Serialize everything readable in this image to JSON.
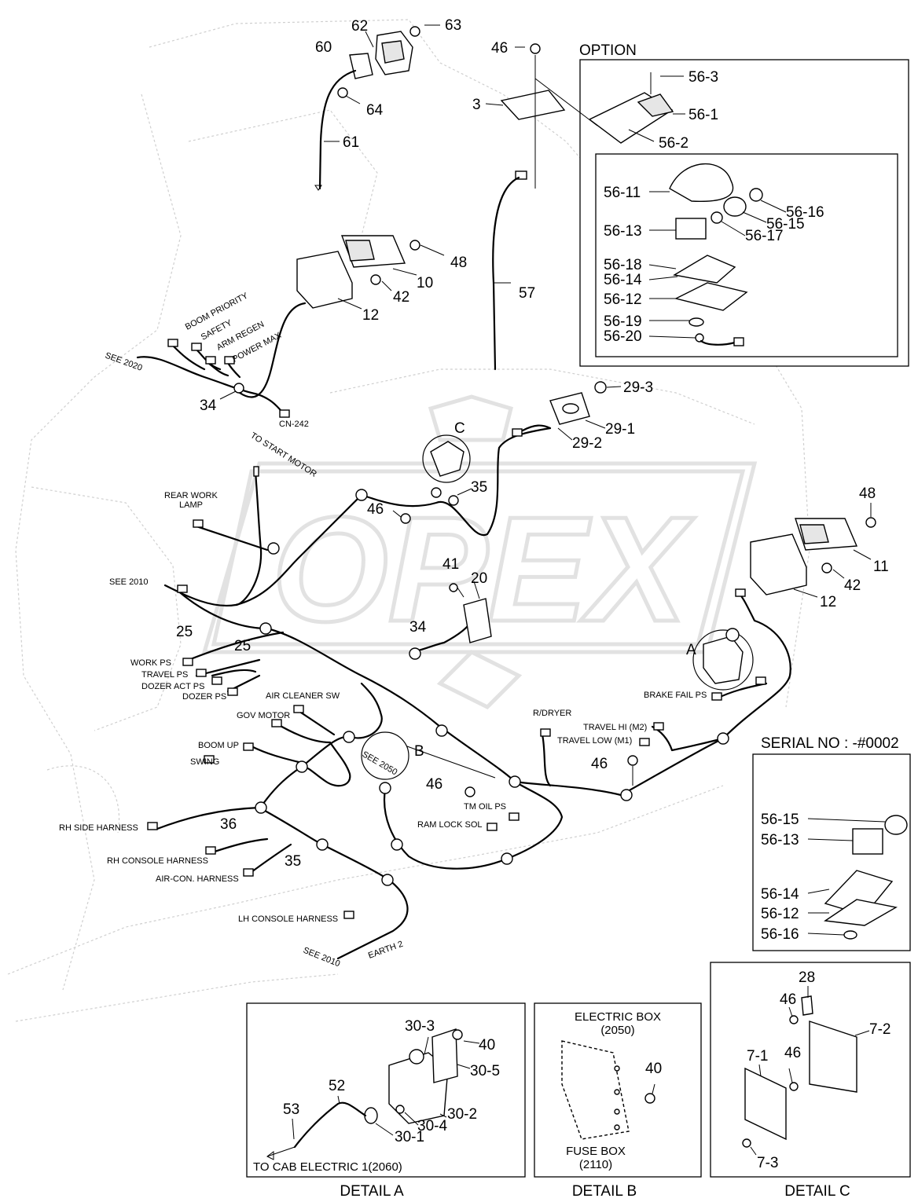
{
  "drawing": {
    "option_title": "OPTION",
    "serial_title": "SERIAL NO : -#0002",
    "watermark": "OPEX",
    "detail_captions": [
      "DETAIL A",
      "DETAIL B",
      "DETAIL C"
    ],
    "detail_markers": [
      "A",
      "B",
      "C"
    ]
  },
  "callouts": {
    "c60": "60",
    "c62": "62",
    "c63": "63",
    "c64": "64",
    "c61": "61",
    "c46a": "46",
    "c3": "3",
    "c57": "57",
    "c56_3": "56-3",
    "c56_1": "56-1",
    "c56_2": "56-2",
    "c56_11": "56-11",
    "c56_16": "56-16",
    "c56_15": "56-15",
    "c56_13": "56-13",
    "c56_17": "56-17",
    "c56_18": "56-18",
    "c56_14": "56-14",
    "c56_12": "56-12",
    "c56_19": "56-19",
    "c56_20": "56-20",
    "c48a": "48",
    "c10": "10",
    "c42a": "42",
    "c12a": "12",
    "c34a": "34",
    "c29_3": "29-3",
    "c29_1": "29-1",
    "c29_2": "29-2",
    "c35a": "35",
    "c46b": "46",
    "c41": "41",
    "c20": "20",
    "c34b": "34",
    "c25a": "25",
    "c25b": "25",
    "c48b": "48",
    "c11": "11",
    "c42b": "42",
    "c12b": "12",
    "c46c": "46",
    "c46d": "46",
    "c36": "36",
    "c35b": "35",
    "s56_15": "56-15",
    "s56_13": "56-13",
    "s56_14": "56-14",
    "s56_12": "56-12",
    "s56_16": "56-16",
    "dA30_3": "30-3",
    "dA40": "40",
    "dA30_5": "30-5",
    "dA52": "52",
    "dA53": "53",
    "dA30_2": "30-2",
    "dA30_4": "30-4",
    "dA30_1": "30-1",
    "dB40": "40",
    "dC28": "28",
    "dC46a": "46",
    "dC46b": "46",
    "dC7_2": "7-2",
    "dC7_1": "7-1",
    "dC7_3": "7-3"
  },
  "labels": {
    "boom_priority": "BOOM PRIORITY",
    "safety": "SAFETY",
    "arm_regen": "ARM REGEN",
    "power_max": "POWER MAX",
    "see_2020": "SEE 2020",
    "cn_242": "CN-242",
    "to_start_motor": "TO START MOTOR",
    "rear_work_lamp_1": "REAR WORK",
    "rear_work_lamp_2": "LAMP",
    "see_2010_a": "SEE 2010",
    "work_ps": "WORK PS",
    "travel_ps": "TRAVEL PS",
    "dozer_act_ps": "DOZER ACT PS",
    "dozer_ps": "DOZER PS",
    "air_cleaner_sw": "AIR CLEANER SW",
    "gov_motor": "GOV MOTOR",
    "boom_up": "BOOM UP",
    "swing": "SWING",
    "rh_side_harness": "RH SIDE HARNESS",
    "rh_console_harness": "RH CONSOLE HARNESS",
    "air_con_harness": "AIR-CON. HARNESS",
    "lh_console_harness": "LH CONSOLE HARNESS",
    "earth_2": "EARTH 2",
    "see_2010_b": "SEE 2010",
    "see_2050": "SEE 2050",
    "tm_oil_ps": "TM OIL PS",
    "ram_lock_sol": "RAM LOCK SOL",
    "r_dryer": "R/DRYER",
    "travel_hi": "TRAVEL HI (M2)",
    "travel_low": "TRAVEL LOW (M1)",
    "brake_fail_ps": "BRAKE FAIL PS",
    "to_cab_electric": "TO CAB ELECTRIC 1(2060)",
    "electric_box": "ELECTRIC BOX",
    "electric_box_ref": "(2050)",
    "fuse_box": "FUSE BOX",
    "fuse_box_ref": "(2110)"
  }
}
